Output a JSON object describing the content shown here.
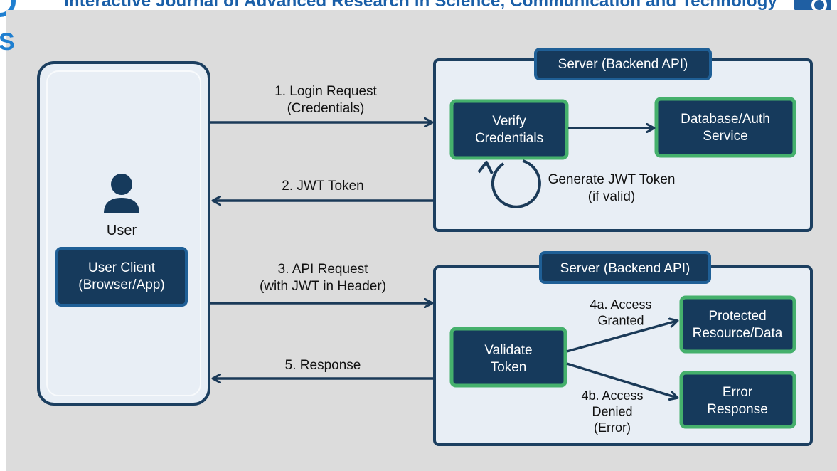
{
  "header": {
    "title": "Interactive Journal of Advanced Research in Science, Communication and Technology"
  },
  "colors": {
    "background": "#dcdcdc",
    "panel_fill": "#e8eef5",
    "panel_border": "#1c3f60",
    "navy_box": "#163a5c",
    "green_border": "#45b06c",
    "arrow": "#1b3a58"
  },
  "client": {
    "user_label": "User",
    "client_box": "User Client\n(Browser/App)"
  },
  "flows": {
    "login_request": "1. Login Request\n(Credentials)",
    "jwt_token": "2. JWT Token",
    "api_request": "3. API Request\n(with JWT in Header)",
    "response": "5. Response"
  },
  "server_top": {
    "title": "Server (Backend API)",
    "verify": "Verify\nCredentials",
    "database": "Database/Auth\nService",
    "generate": "Generate JWT Token\n(if valid)"
  },
  "server_bottom": {
    "title": "Server (Backend API)",
    "validate": "Validate\nToken",
    "granted_label": "4a. Access\nGranted",
    "protected": "Protected\nResource/Data",
    "denied_label": "4b. Access\nDenied\n(Error)",
    "error": "Error\nResponse"
  },
  "icons": [
    "user-icon",
    "refresh-loop-icon"
  ]
}
